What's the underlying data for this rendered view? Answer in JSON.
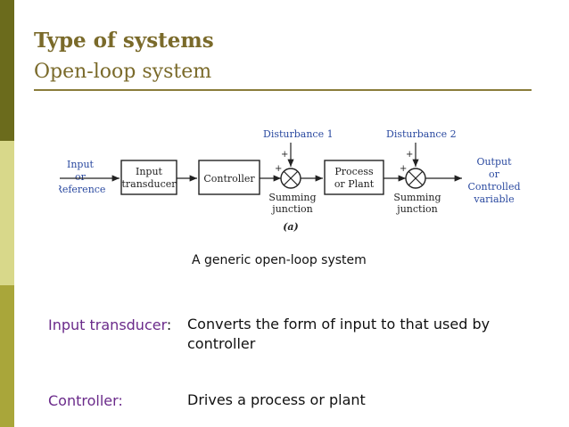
{
  "slide": {
    "title": "Type of systems",
    "subtitle": "Open-loop system"
  },
  "diagram": {
    "input_label": [
      "Input",
      "or",
      "Reference"
    ],
    "blocks": {
      "input_transducer": [
        "Input",
        "transducer"
      ],
      "controller": "Controller",
      "process": [
        "Process",
        "or Plant"
      ]
    },
    "disturbance_1": "Disturbance 1",
    "disturbance_2": "Disturbance 2",
    "summing_junction": [
      "Summing",
      "junction"
    ],
    "plus": "+",
    "output_label": [
      "Output",
      "or",
      "Controlled",
      "variable"
    ],
    "figure_tag": "(a)"
  },
  "caption": "A generic open-loop system",
  "definitions": [
    {
      "term": "Input transducer",
      "colon": ":",
      "text": "Converts the form of input to that used by controller"
    },
    {
      "term": "Controller:",
      "colon": "",
      "text": "Drives a process or plant"
    }
  ],
  "colors": {
    "bar_dark": "#6b6b1c",
    "bar_light": "#d8d88a",
    "bar_mid": "#a9a63a",
    "title": "#7a6a2a",
    "term": "#6a2a8a",
    "diagram_label": "#2b4aa0"
  }
}
